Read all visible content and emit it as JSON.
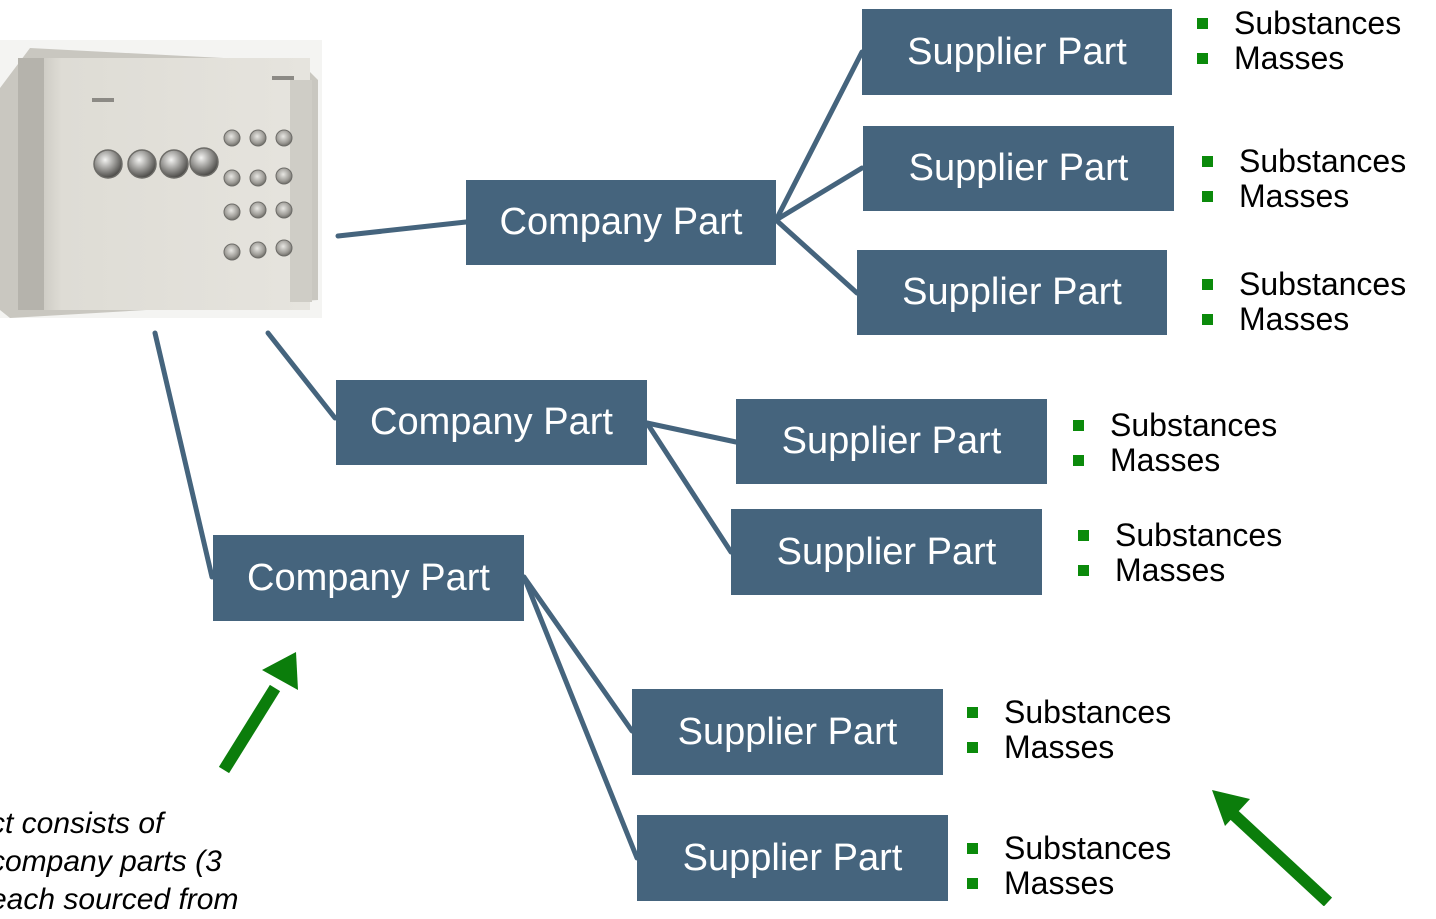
{
  "nodes": {
    "company_part": "Company Part",
    "supplier_part": "Supplier Part"
  },
  "attributes": {
    "substances": "Substances",
    "masses": "Masses"
  },
  "caption": {
    "line1": "ct consists of",
    "line2": " company parts (3",
    "line3": " each sourced from"
  },
  "colors": {
    "box": "#45647d",
    "line": "#45647d",
    "bullet": "#0b8a0b",
    "arrow": "#0b7d0b"
  }
}
